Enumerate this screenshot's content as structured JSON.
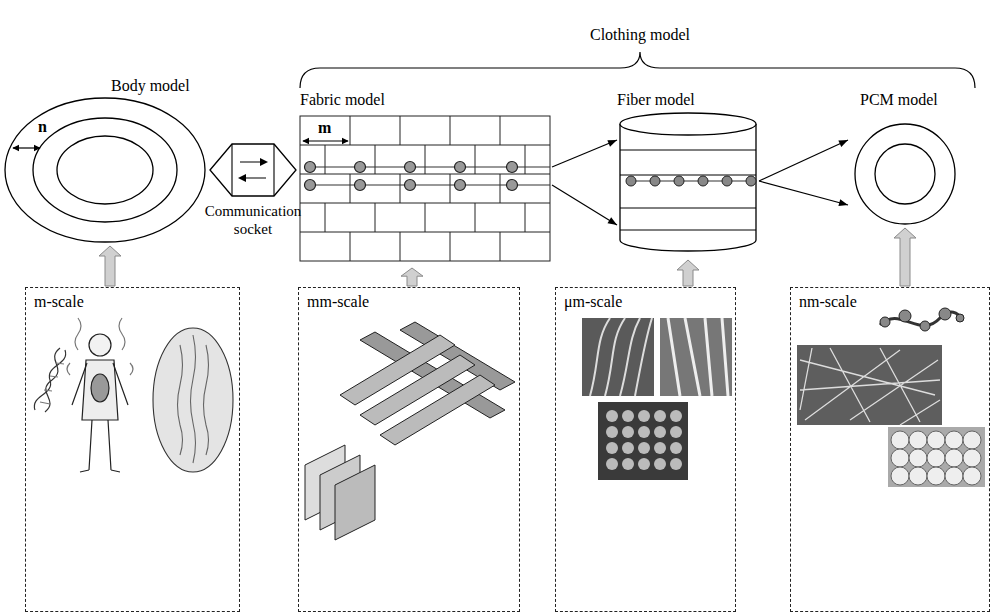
{
  "diagram": {
    "nodes": [
      {
        "text": [
          "Body model"
        ]
      },
      {
        "text": [
          "Communication socket"
        ]
      },
      {
        "text": [
          "Fabric model"
        ]
      },
      {
        "text": [
          "Fiber model"
        ]
      },
      {
        "text": [
          "PCM model"
        ]
      },
      {
        "text": [
          "m-scale"
        ]
      },
      {
        "text": [
          "mm-scale"
        ]
      },
      {
        "text": [
          "μm-scale"
        ]
      },
      {
        "text": [
          "nm-scale"
        ]
      }
    ],
    "edges": [
      {
        "from": 2,
        "to": 3,
        "arrow": "to"
      },
      {
        "from": 2,
        "to": 3,
        "arrow": "to"
      },
      {
        "from": 3,
        "to": 4,
        "arrow": "to"
      },
      {
        "from": 3,
        "to": 4,
        "arrow": "to"
      },
      {
        "from": 5,
        "to": 0,
        "arrow": "to"
      },
      {
        "from": 6,
        "to": 2,
        "arrow": "to"
      },
      {
        "from": 7,
        "to": 3,
        "arrow": "to"
      },
      {
        "from": 8,
        "to": 4,
        "arrow": "to"
      }
    ],
    "labels": [
      "Clothing model",
      "n",
      "m"
    ]
  }
}
